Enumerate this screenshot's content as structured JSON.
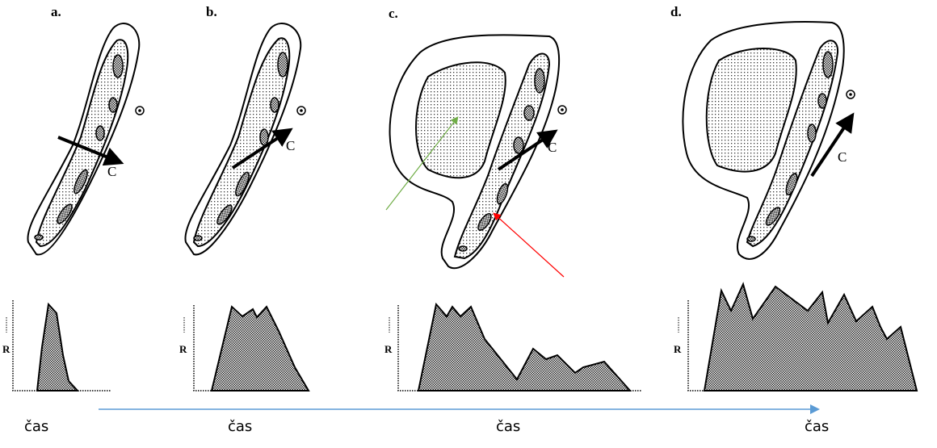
{
  "panels": [
    {
      "label": "a.",
      "arrow_label": "C",
      "axis_label": "R",
      "time_label": "čas"
    },
    {
      "label": "b.",
      "arrow_label": "C",
      "axis_label": "R",
      "time_label": "čas"
    },
    {
      "label": "c.",
      "arrow_label": "C",
      "axis_label": "R",
      "time_label": "čas"
    },
    {
      "label": "d.",
      "arrow_label": "C",
      "axis_label": "R",
      "time_label": "čas"
    }
  ],
  "colors": {
    "time_arrow": "#5b9bd5",
    "green_arrow": "#70ad47",
    "red_arrow": "#ff0000"
  }
}
